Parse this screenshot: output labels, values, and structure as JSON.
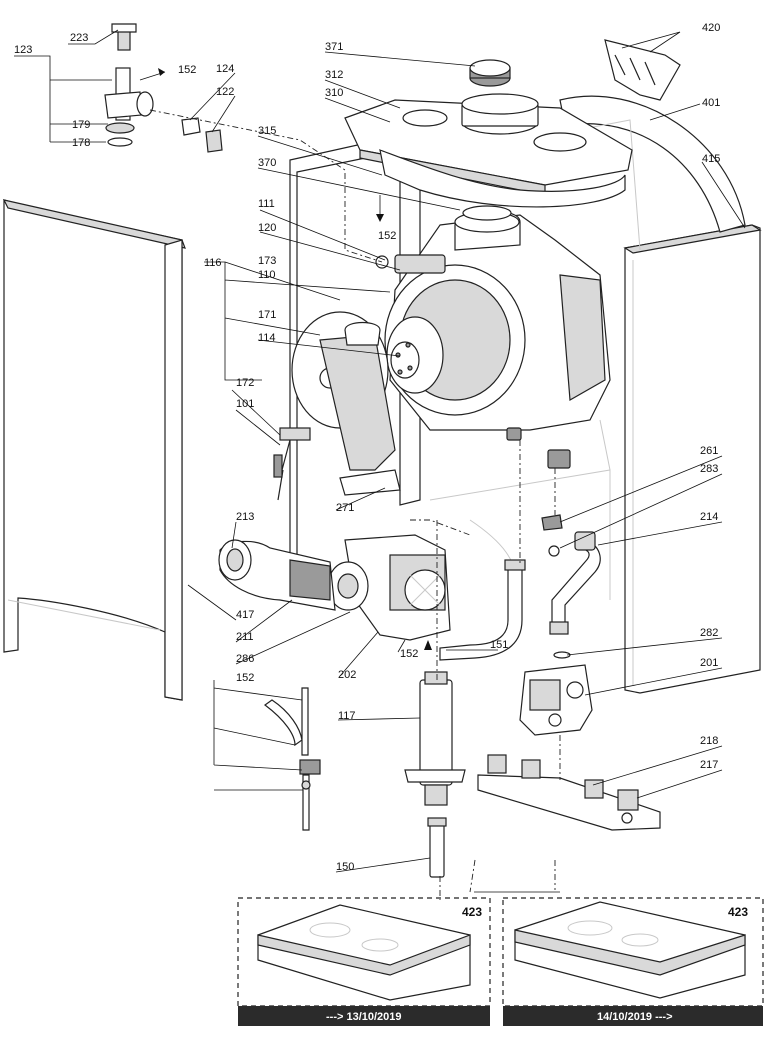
{
  "labels": {
    "l223": "223",
    "l123": "123",
    "l179": "179",
    "l178": "178",
    "l152a": "152",
    "l124": "124",
    "l122": "122",
    "l371": "371",
    "l312": "312",
    "l310": "310",
    "l315": "315",
    "l370": "370",
    "l420": "420",
    "l401": "401",
    "l415": "415",
    "l111": "111",
    "l152b": "152",
    "l120": "120",
    "l116": "116",
    "l173": "173",
    "l110": "110",
    "l171": "171",
    "l114": "114",
    "l172": "172",
    "l101": "101",
    "l271": "271",
    "l261": "261",
    "l283": "283",
    "l214": "214",
    "l213": "213",
    "l417": "417",
    "l211": "211",
    "l286": "286",
    "l152c": "152",
    "l151": "151",
    "l202": "202",
    "l282": "282",
    "l201": "201",
    "l152d": "152",
    "l117": "117",
    "l218": "218",
    "l217": "217",
    "l150": "150"
  },
  "variants": [
    {
      "part_number": "423",
      "date_range": "---> 13/10/2019"
    },
    {
      "part_number": "423",
      "date_range": "14/10/2019 --->"
    }
  ]
}
